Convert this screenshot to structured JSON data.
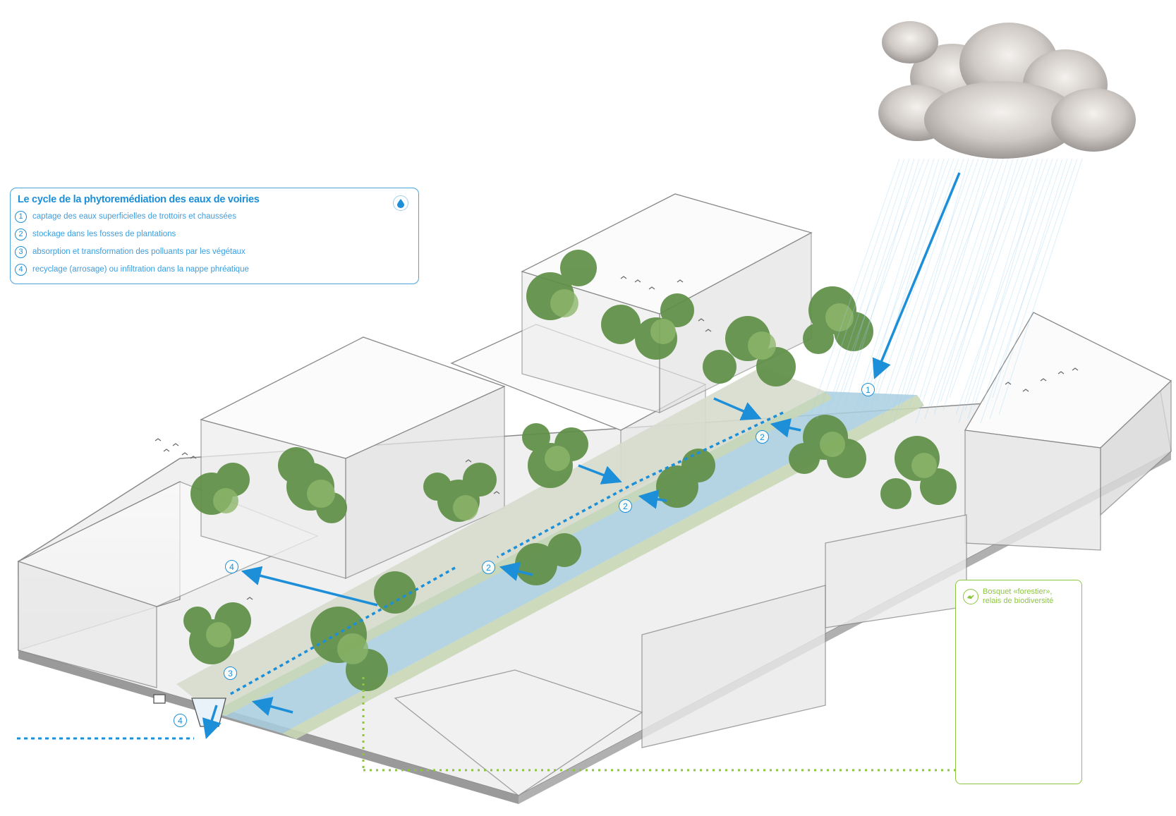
{
  "legend": {
    "title": "Le cycle de la phytoremédiation des eaux de voiries",
    "items": [
      {
        "num": "1",
        "text": "captage des eaux superficielles de trottoirs et chaussées"
      },
      {
        "num": "2",
        "text": "stockage dans les fosses de plantations"
      },
      {
        "num": "3",
        "text": "absorption et transformation des polluants par les végétaux"
      },
      {
        "num": "4",
        "text": "recyclage (arrosage) ou infiltration dans la nappe phréatique"
      }
    ],
    "icon": "water-drop-icon"
  },
  "bosquet": {
    "line1": "Bosquet «forestier»,",
    "line2": "relais de biodiversité",
    "icon": "bird-icon"
  },
  "markers": {
    "m1": "1",
    "m2a": "2",
    "m2b": "2",
    "m2c": "2",
    "m3": "3",
    "m4a": "4",
    "m4b": "4"
  },
  "colors": {
    "water_blue": "#1c8fd8",
    "eco_green": "#8cc63f",
    "road": "#a9cfe0",
    "building_edge": "#8a8a8a"
  }
}
